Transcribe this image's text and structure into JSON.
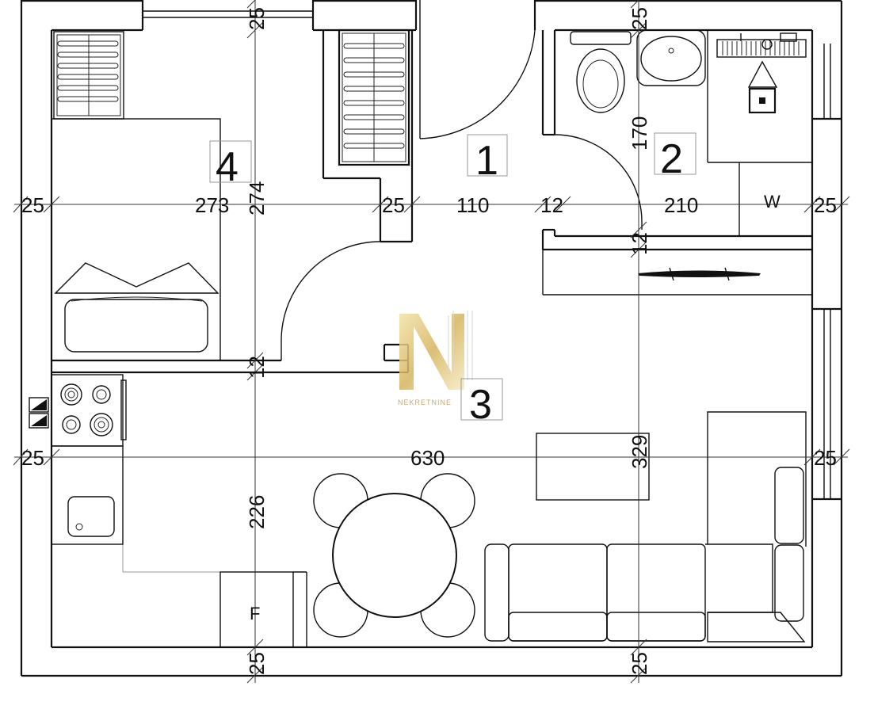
{
  "rooms": [
    "1",
    "2",
    "3",
    "4"
  ],
  "labels": {
    "washer": "W",
    "fridge": "F"
  },
  "dimensions": {
    "top_left_wall": "25",
    "top_right_wall": "25",
    "room4_width": "273",
    "room4_height": "274",
    "left_wall_upper": "25",
    "partition_a": "25",
    "hall_width": "110",
    "partition_b": "12",
    "bath_width": "210",
    "right_wall_upper": "25",
    "bath_height": "170",
    "bath_partition": "12",
    "partition_c": "12",
    "left_wall_lower": "25",
    "living_width": "630",
    "right_wall_lower": "25",
    "kitchen_height": "226",
    "living_height": "329",
    "bottom_left_wall": "25",
    "bottom_right_wall": "25"
  },
  "logo": {
    "letter": "N",
    "text": "NEKRETNINE"
  },
  "colors": {
    "wall": "#111111",
    "logo_gold": "#d8c07a"
  }
}
